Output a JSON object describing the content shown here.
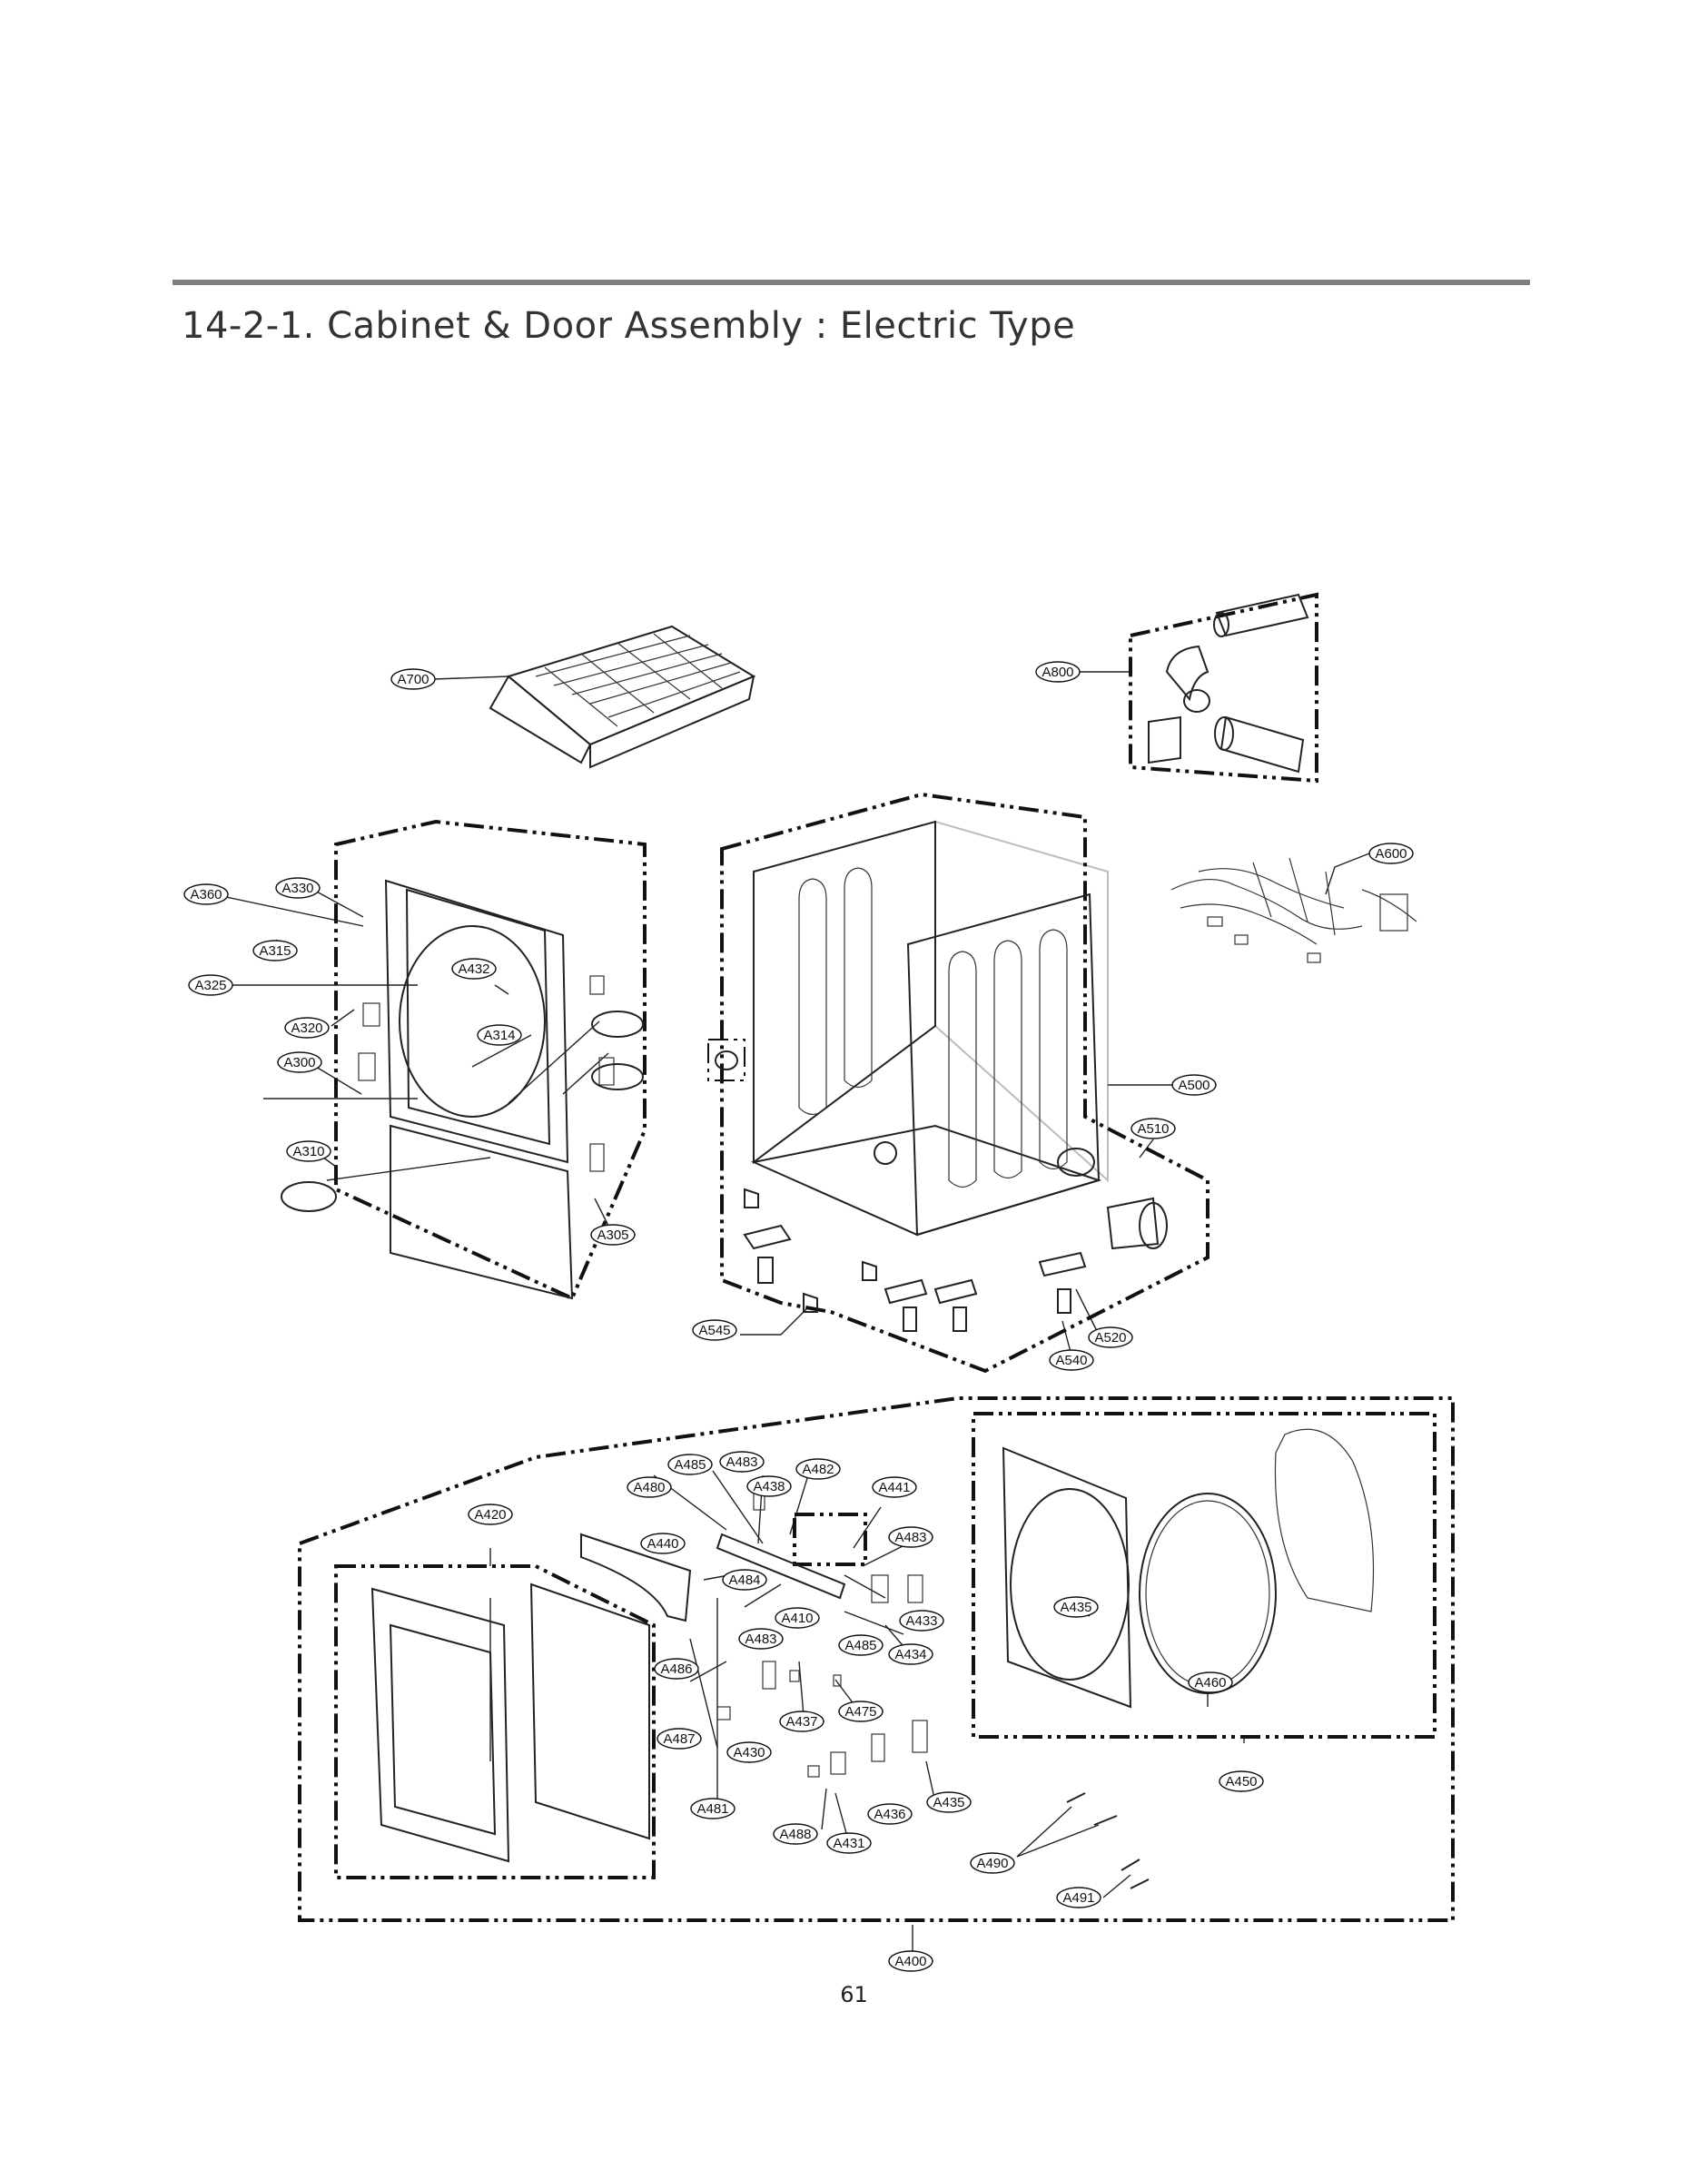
{
  "title": "14-2-1. Cabinet & Door Assembly : Electric Type",
  "page_number": "61",
  "callouts": [
    "A700",
    "A800",
    "A600",
    "A360",
    "A330",
    "A315",
    "A325",
    "A432",
    "A320",
    "A314",
    "A300",
    "A310",
    "A305",
    "A500",
    "A510",
    "A545",
    "A520",
    "A540",
    "A485",
    "A483",
    "A482",
    "A480",
    "A438",
    "A441",
    "A420",
    "A440",
    "A484",
    "A410",
    "A433",
    "A486",
    "A434",
    "A435",
    "A460",
    "A475",
    "A437",
    "A487",
    "A430",
    "A450",
    "A481",
    "A436",
    "A488",
    "A431",
    "A490",
    "A491",
    "A400"
  ]
}
